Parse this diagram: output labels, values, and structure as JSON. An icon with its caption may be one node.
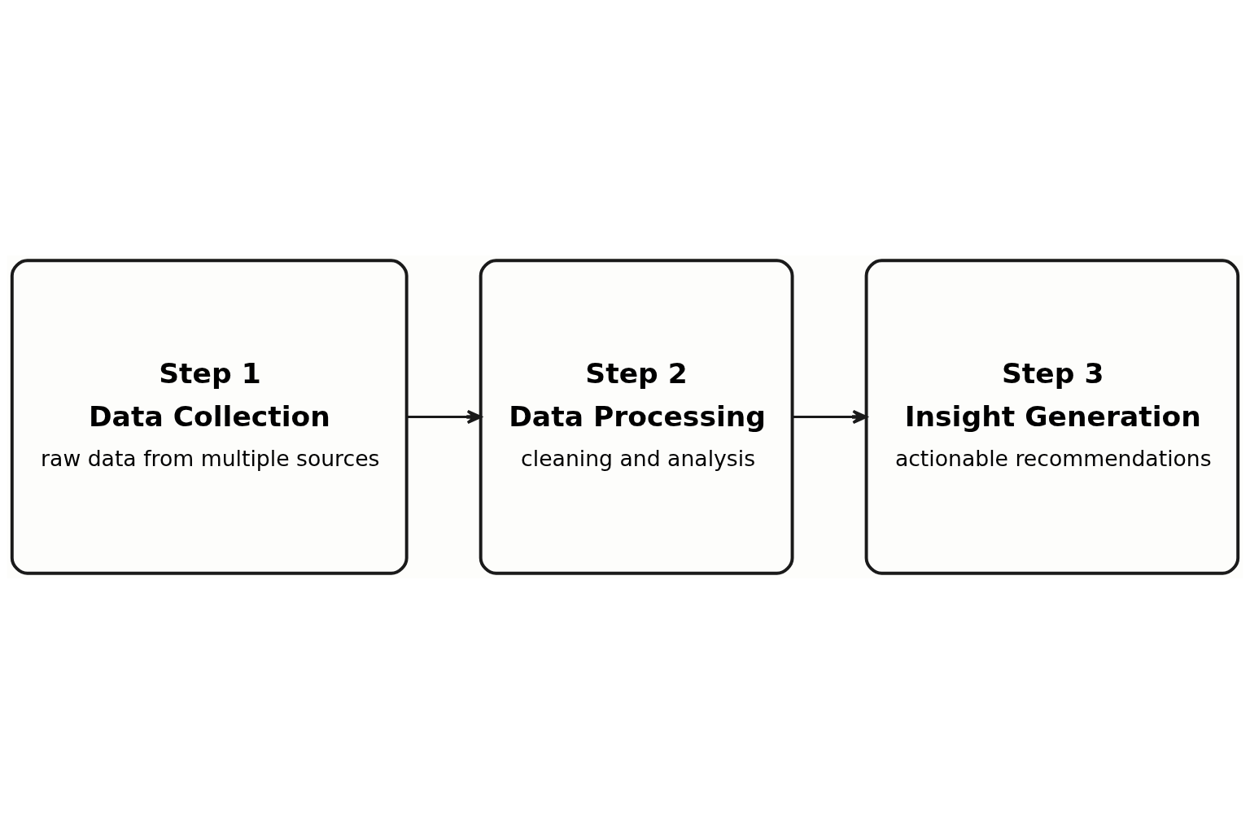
{
  "diagram": {
    "nodes": [
      {
        "text": [
          "Step 1",
          "Data Collection",
          "raw data from multiple sources"
        ]
      },
      {
        "text": [
          "Step 2",
          "Data Processing",
          "cleaning and analysis"
        ]
      },
      {
        "text": [
          "Step 3",
          "Insight Generation",
          "actionable recommendations"
        ]
      }
    ],
    "edges": [
      {
        "from": 0,
        "to": 1,
        "arrow": "to"
      },
      {
        "from": 1,
        "to": 2,
        "arrow": "to"
      }
    ]
  }
}
